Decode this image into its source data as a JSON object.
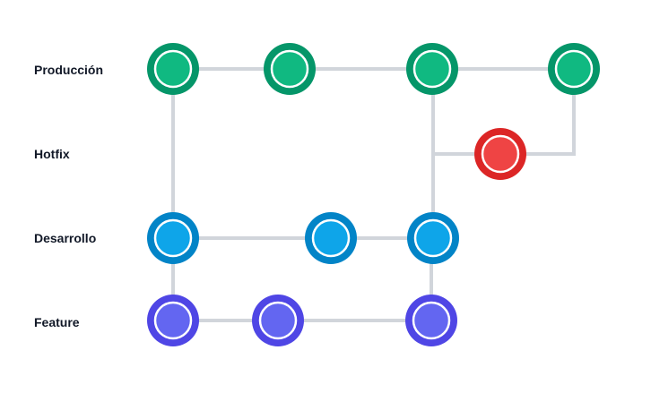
{
  "lanes": {
    "produccion": "Producción",
    "hotfix": "Hotfix",
    "desarrollo": "Desarrollo",
    "feature": "Feature"
  },
  "colors": {
    "produccion": {
      "fill": "#10b981",
      "ring": "#059669"
    },
    "hotfix": {
      "fill": "#ef4444",
      "ring": "#dc2626"
    },
    "desarrollo": {
      "fill": "#0ea5e9",
      "ring": "#0284c7"
    },
    "feature": {
      "fill": "#6366f1",
      "ring": "#4f46e5"
    },
    "connector": "#d1d5db"
  }
}
